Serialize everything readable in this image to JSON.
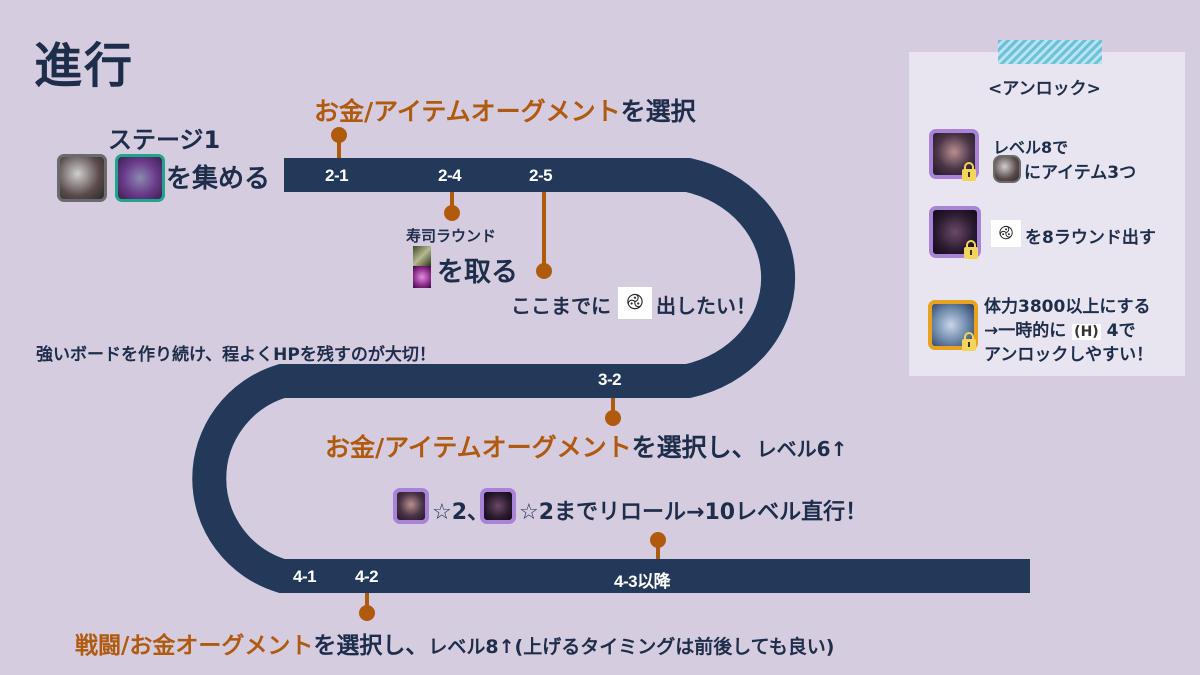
{
  "title": "進行",
  "colors": {
    "background": "#d6cce0",
    "track": "#22395a",
    "accent_orange": "#b05a0e",
    "text_navy": "#1d2d4a",
    "panel": "#e8e4f0",
    "tape": "#5ec0d8"
  },
  "stage1": {
    "heading": "ステージ1",
    "action": "を集める",
    "icons": [
      "gray-champion-icon",
      "teal-champion-icon"
    ]
  },
  "rounds": {
    "r2_1": "2-1",
    "r2_4": "2-4",
    "r2_5": "2-5",
    "r3_2": "3-2",
    "r4_1": "4-1",
    "r4_2": "4-2",
    "r4_3": "4-3以降"
  },
  "callouts": {
    "r2_1": {
      "orange": "お金/アイテムオーグメント",
      "navy": "を選択"
    },
    "r2_4": {
      "small": "寿司ラウンド",
      "navy": "を取る"
    },
    "r2_5": {
      "pre": "ここまでに",
      "post": "出したい！"
    },
    "board_note": "強いボードを作り続け、程よくHPを残すのが大切！",
    "r3_2": {
      "orange": "お金/アイテムオーグメント",
      "navy": "を選択し、",
      "small": "レベル6↑"
    },
    "reroll": {
      "part1": "☆2、",
      "part2": "☆2までリロール→10レベル直行！"
    },
    "r4_2": {
      "orange": "戦闘/お金オーグメント",
      "navy": "を選択し、",
      "small": "レベル8↑(上げるタイミングは前後しても良い)"
    }
  },
  "unlock_panel": {
    "heading": "<アンロック>",
    "items": [
      {
        "line1": "レベル8で",
        "line2": "にアイテム3つ"
      },
      {
        "line1": "を8ラウンド出す"
      },
      {
        "line1": "体力3800以上にする",
        "line2": "→一時的に",
        "line2b": "4で",
        "line3": "アンロックしやすい！"
      }
    ]
  }
}
